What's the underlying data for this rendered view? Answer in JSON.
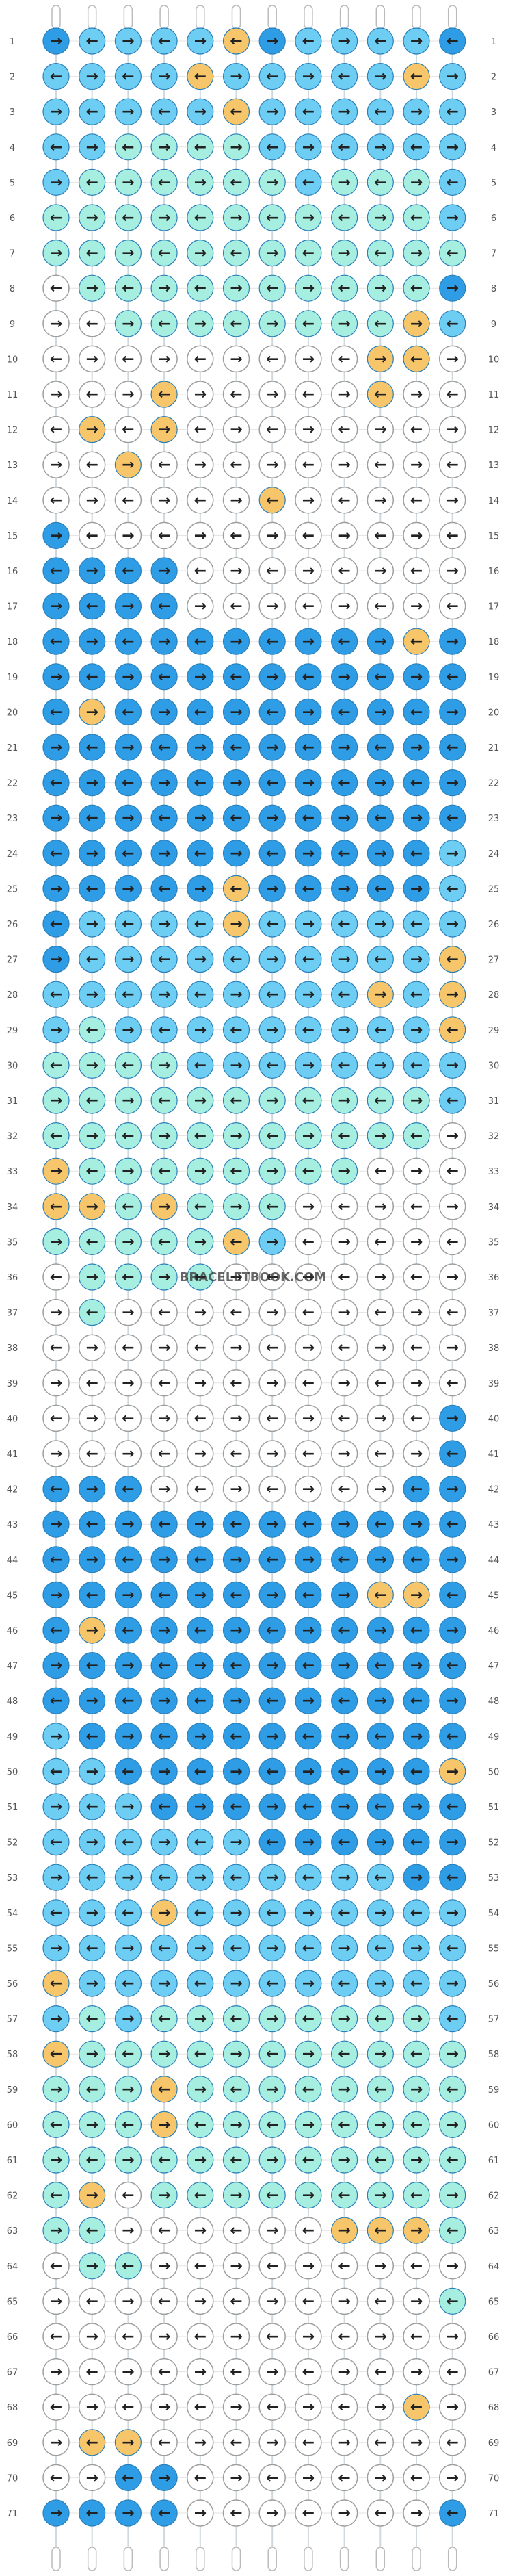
{
  "watermark": "BRACELETBOOK.COM",
  "colors": {
    "A": "#2f9de6",
    "B": "#6ecdf2",
    "C": "#a6eedf",
    "D": "#ffffff",
    "E": "#f7c56a"
  },
  "row_numbers": [
    "1",
    "2",
    "3",
    "4",
    "5",
    "6",
    "7",
    "8",
    "9",
    "10",
    "11",
    "12",
    "13",
    "14",
    "15",
    "16",
    "17",
    "18",
    "19",
    "20",
    "21",
    "22",
    "23",
    "24",
    "25",
    "26",
    "27",
    "28",
    "29",
    "30",
    "31",
    "32",
    "33",
    "34",
    "35",
    "36",
    "37",
    "38",
    "39",
    "40",
    "41",
    "42",
    "43",
    "44",
    "45",
    "46",
    "47",
    "48",
    "49",
    "50",
    "51",
    "52",
    "53",
    "54",
    "55",
    "56",
    "57",
    "58",
    "59",
    "60",
    "61",
    "62",
    "63",
    "64",
    "65",
    "66",
    "67",
    "68",
    "69",
    "70",
    "71"
  ],
  "knot_grid": [
    "ABBBBEABBBBA",
    "BBBBEBBBBBEB",
    "BBBBBEBBBBBB",
    "BBCCCCBBBBBB",
    "BCCCCCCBCCCB",
    "CCCCCCCCCCCB",
    "CCCCCCCCCCCC",
    "DCCCCCCCCCCA",
    "DDCCCCCCCCEB",
    "DDDDDDDDDEED",
    "DDDEDDDDDEDD",
    "DEDEDDDDDDDD",
    "DDEDDDDDDDDD",
    "DDDDDDEDDDDD",
    "ADDDDDDDDDDD",
    "AAAADDDDDDDD",
    "AAAADDDDDDDD",
    "AAAAAAAAAAEA",
    "AAAAAAAAAAAA",
    "AEAAAAAAAAAA",
    "AAAAAAAAAAAA",
    "AAAAAAAAAAAA",
    "AAAAAAAAAAAA",
    "AAAAAAAAAAAB",
    "AAAAAEAAAAAB",
    "ABBBBEBBBBBB",
    "ABBBBBBBBBBE",
    "BBBBBBBBBEBE",
    "BCBBBBBBBBBE",
    "CCCCBBBBBBBB",
    "CCCCCCCCCCCB",
    "CCCCCCCCCCCD",
    "ECCCCCCCCDDD",
    "EECECCCDDDDD",
    "CCCCCEBDDDDD",
    "DCCCCDDDDDDD",
    "DCDDDDDDDDDD",
    "DDDDDDDDDDDD",
    "DDDDDDDDDDDD",
    "DDDDDDDDDDDA",
    "DDDDDDDDDDDA",
    "AAADDDDDDDAA",
    "AAAAAAAAAAAA",
    "AAAAAAAAAAAA",
    "AAAAAAAAAEEA",
    "AEAAAAAAAAAA",
    "AAAAAAAAAAAA",
    "AAAAAAAAAAAA",
    "BAAAAAAAAAAA",
    "BBAAAAAAAAAE",
    "BBBAAAAAAAAA",
    "BBBBBBAAAAAA",
    "BBBBBBBBBBAA",
    "BBBEBBBBBBBB",
    "BBBBBBBBBBBB",
    "EBBBBBBBBBBB",
    "BCBCCCCCCCCB",
    "ECCCCCCCCCCC",
    "CCCECCCCCCCC",
    "CCCECCCCCCCC",
    "CCCCCCCCCCCC",
    "CEDCCCCCCCCC",
    "CCDDDDDDEEEC",
    "DCCDDDDDDDDD",
    "DDDDDDDDDDDC",
    "DDDDDDDDDDDD",
    "DDDDDDDDDDDD",
    "DDDDDDDDDDED",
    "DEEDDDDDDDDD",
    "DDAADDDDDDDD",
    "AAAADDDDDDDA"
  ]
}
